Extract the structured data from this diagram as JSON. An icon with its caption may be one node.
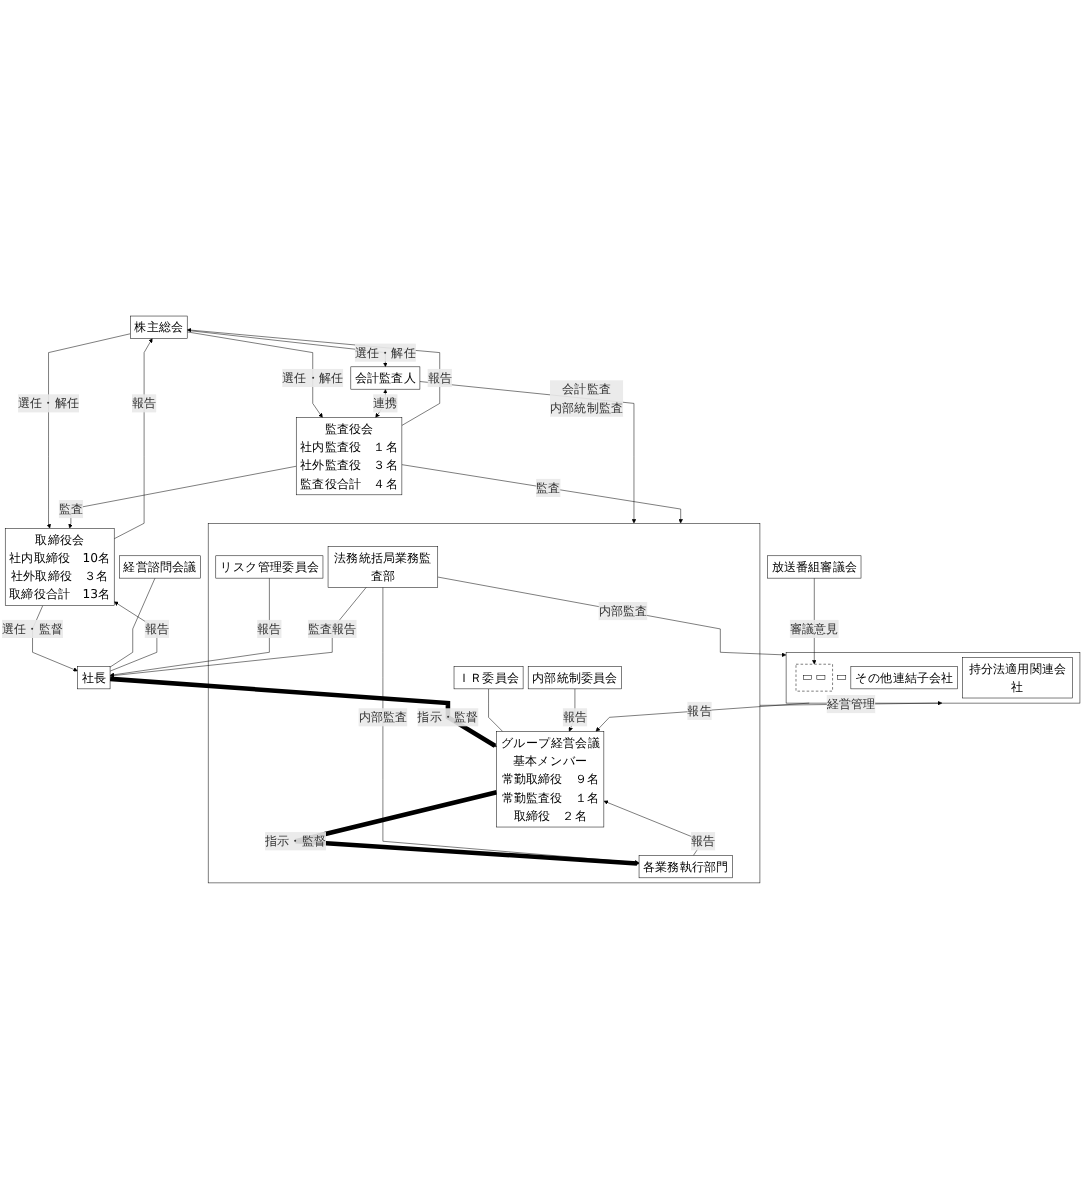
{
  "diagram": {
    "nodes": [
      {
        "text": [
          "株主総会"
        ]
      },
      {
        "text": [
          "会計監査人"
        ]
      },
      {
        "text": [
          "監査役会",
          "社内監査役　１名",
          "社外監査役　３名",
          "監査役合計　４名"
        ]
      },
      {
        "text": [
          "取締役会",
          "社内取締役　10名",
          "社外取締役　３名",
          "取締役合計　13名"
        ]
      },
      {
        "text": [],
        "shape": "box"
      },
      {
        "text": [
          "社長"
        ]
      },
      {
        "text": [
          "経営諮問会議"
        ]
      },
      {
        "text": [
          "グループ経営会議",
          "基本メンバー",
          "常勤取締役　９名",
          "常勤監査役　１名",
          "取締役　２名"
        ],
        "in": 4
      },
      {
        "text": [
          "リスク管理委員会"
        ],
        "in": 4
      },
      {
        "text": [
          "ＩＲ委員会"
        ],
        "in": 4
      },
      {
        "text": [
          "内部統制委員会"
        ],
        "in": 4
      },
      {
        "text": [
          "各業務執行部門"
        ],
        "in": 4
      },
      {
        "text": [
          "法務統括局業務監査部"
        ],
        "in": 4
      },
      {
        "text": [
          "放送番組審議会"
        ]
      },
      {
        "text": [],
        "shape": "box"
      },
      {
        "text": [],
        "shape": "box",
        "in": 14
      },
      {
        "text": [],
        "shape": "box",
        "in": 15
      },
      {
        "text": [],
        "shape": "box",
        "in": 15
      },
      {
        "text": [],
        "shape": "box",
        "in": 14
      },
      {
        "text": [
          "その他連結子会社"
        ],
        "in": 14
      },
      {
        "text": [
          "持分法適用関連会社"
        ],
        "in": 14
      }
    ],
    "edges": [
      {
        "from": 0,
        "to": 1,
        "arrow": "to",
        "label": "選任・解任"
      },
      {
        "from": 2,
        "to": 0,
        "arrow": "to",
        "label": "報告"
      },
      {
        "from": 0,
        "to": 2,
        "arrow": "to",
        "label": "選任・解任"
      },
      {
        "from": 3,
        "to": 0,
        "arrow": "to",
        "label": "報告"
      },
      {
        "from": 0,
        "to": 3,
        "arrow": "to",
        "label": "選任・解任"
      },
      {
        "from": 1,
        "to": 2,
        "arrow": "both",
        "label": "連携"
      },
      {
        "from": 2,
        "to": 3,
        "arrow": "to",
        "label": "監査"
      },
      {
        "from": 1,
        "to": 4,
        "arrow": "to",
        "label": "会計監査内部統制監査"
      },
      {
        "from": 2,
        "to": 4,
        "arrow": "to",
        "label": "監査"
      },
      {
        "from": 5,
        "to": 3,
        "arrow": "to",
        "label": "報告"
      },
      {
        "from": 3,
        "to": 5,
        "arrow": "to",
        "label": "選任・監督"
      },
      {
        "from": 6,
        "to": 5,
        "arrow": "none"
      },
      {
        "from": 5,
        "to": 7,
        "arrow": "to",
        "label": "指示・監督",
        "style": "thick"
      },
      {
        "from": 8,
        "to": 5,
        "arrow": "to",
        "label": "報告"
      },
      {
        "from": 9,
        "to": 7,
        "arrow": "none"
      },
      {
        "from": 10,
        "to": 7,
        "arrow": "to",
        "label": "報告"
      },
      {
        "from": 7,
        "to": 11,
        "arrow": "to",
        "label": "指示・監督",
        "style": "thick"
      },
      {
        "from": 11,
        "to": 7,
        "arrow": "to",
        "label": "報告"
      },
      {
        "from": 12,
        "to": 11,
        "arrow": "to",
        "label": "内部監査"
      },
      {
        "from": 12,
        "to": 5,
        "arrow": "to",
        "label": "監査報告"
      },
      {
        "from": 14,
        "to": 7,
        "arrow": "to",
        "label": "報告"
      },
      {
        "from": 4,
        "to": 14,
        "arrow": "to",
        "label": "経営管理"
      },
      {
        "from": 12,
        "to": 14,
        "arrow": "to",
        "label": "内部監査"
      },
      {
        "from": 13,
        "to": 15,
        "arrow": "to",
        "label": "審議意見"
      }
    ]
  }
}
